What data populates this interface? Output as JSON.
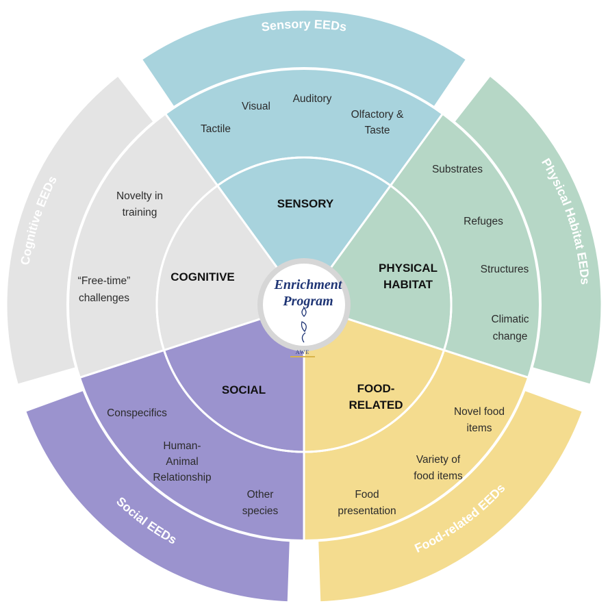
{
  "colors": {
    "sensory": "#a8d3dd",
    "physical": "#b6d7c6",
    "food": "#f4dc8f",
    "social": "#9b93ce",
    "cognitive": "#e4e4e4",
    "outline": "#ffffff",
    "center_text": "#1f3575"
  },
  "center": {
    "title_line1": "Enrichment",
    "title_line2": "Program",
    "logo_text": "AWE"
  },
  "categories": {
    "sensory": "SENSORY",
    "physical_1": "PHYSICAL",
    "physical_2": "HABITAT",
    "food_1": "FOOD-",
    "food_2": "RELATED",
    "social": "SOCIAL",
    "cognitive": "COGNITIVE"
  },
  "items": {
    "visual": "Visual",
    "auditory": "Auditory",
    "olfactory_1": "Olfactory &",
    "olfactory_2": "Taste",
    "tactile": "Tactile",
    "substrates": "Substrates",
    "refuges": "Refuges",
    "structures": "Structures",
    "climatic_1": "Climatic",
    "climatic_2": "change",
    "novel_food_1": "Novel food",
    "novel_food_2": "items",
    "variety_1": "Variety of",
    "variety_2": "food items",
    "presentation_1": "Food",
    "presentation_2": "presentation",
    "conspecifics": "Conspecifics",
    "human_1": "Human-",
    "human_2": "Animal",
    "human_3": "Relationship",
    "other_1": "Other",
    "other_2": "species",
    "novelty_1": "Novelty in",
    "novelty_2": "training",
    "freetime_1": "“Free-time”",
    "freetime_2": "challenges"
  },
  "outer_labels": {
    "sensory": "Sensory EEDs",
    "physical": "Physical Habitat EEDs",
    "food": "Food-related EEDs",
    "social": "Social EEDs",
    "cognitive": "Cognitive EEDs"
  }
}
